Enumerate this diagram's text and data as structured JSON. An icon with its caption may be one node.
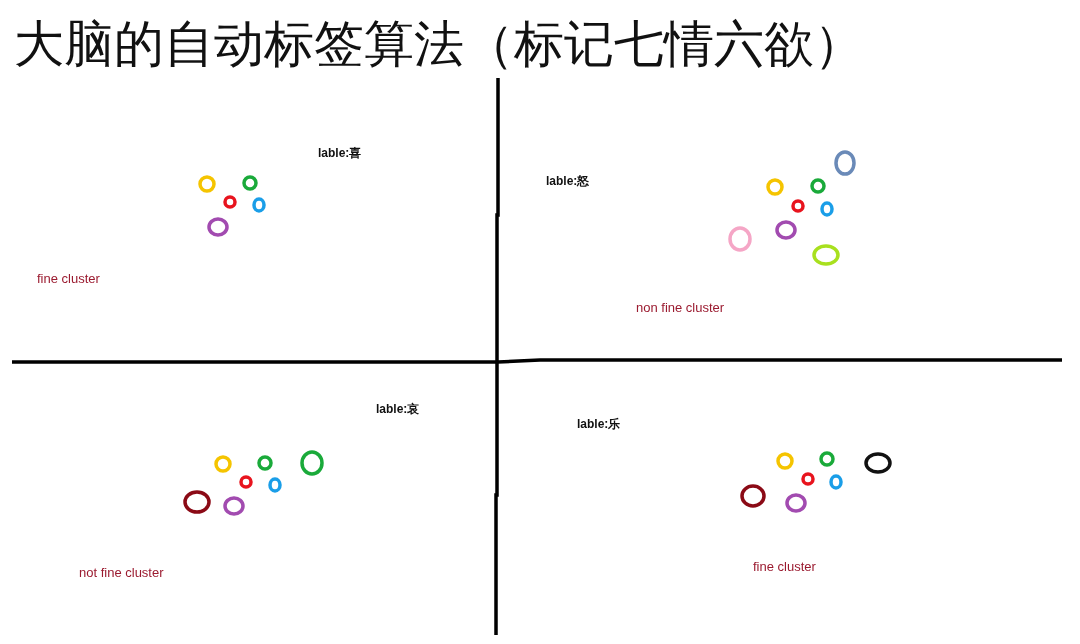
{
  "diagram": {
    "title": "大脑的自动标签算法（标记七情六欲）",
    "labels": [
      "lable:喜",
      "lable:怒",
      "fine cluster",
      "non fine cluster",
      "lable:哀",
      "lable:乐",
      "not fine cluster",
      "fine cluster"
    ]
  }
}
